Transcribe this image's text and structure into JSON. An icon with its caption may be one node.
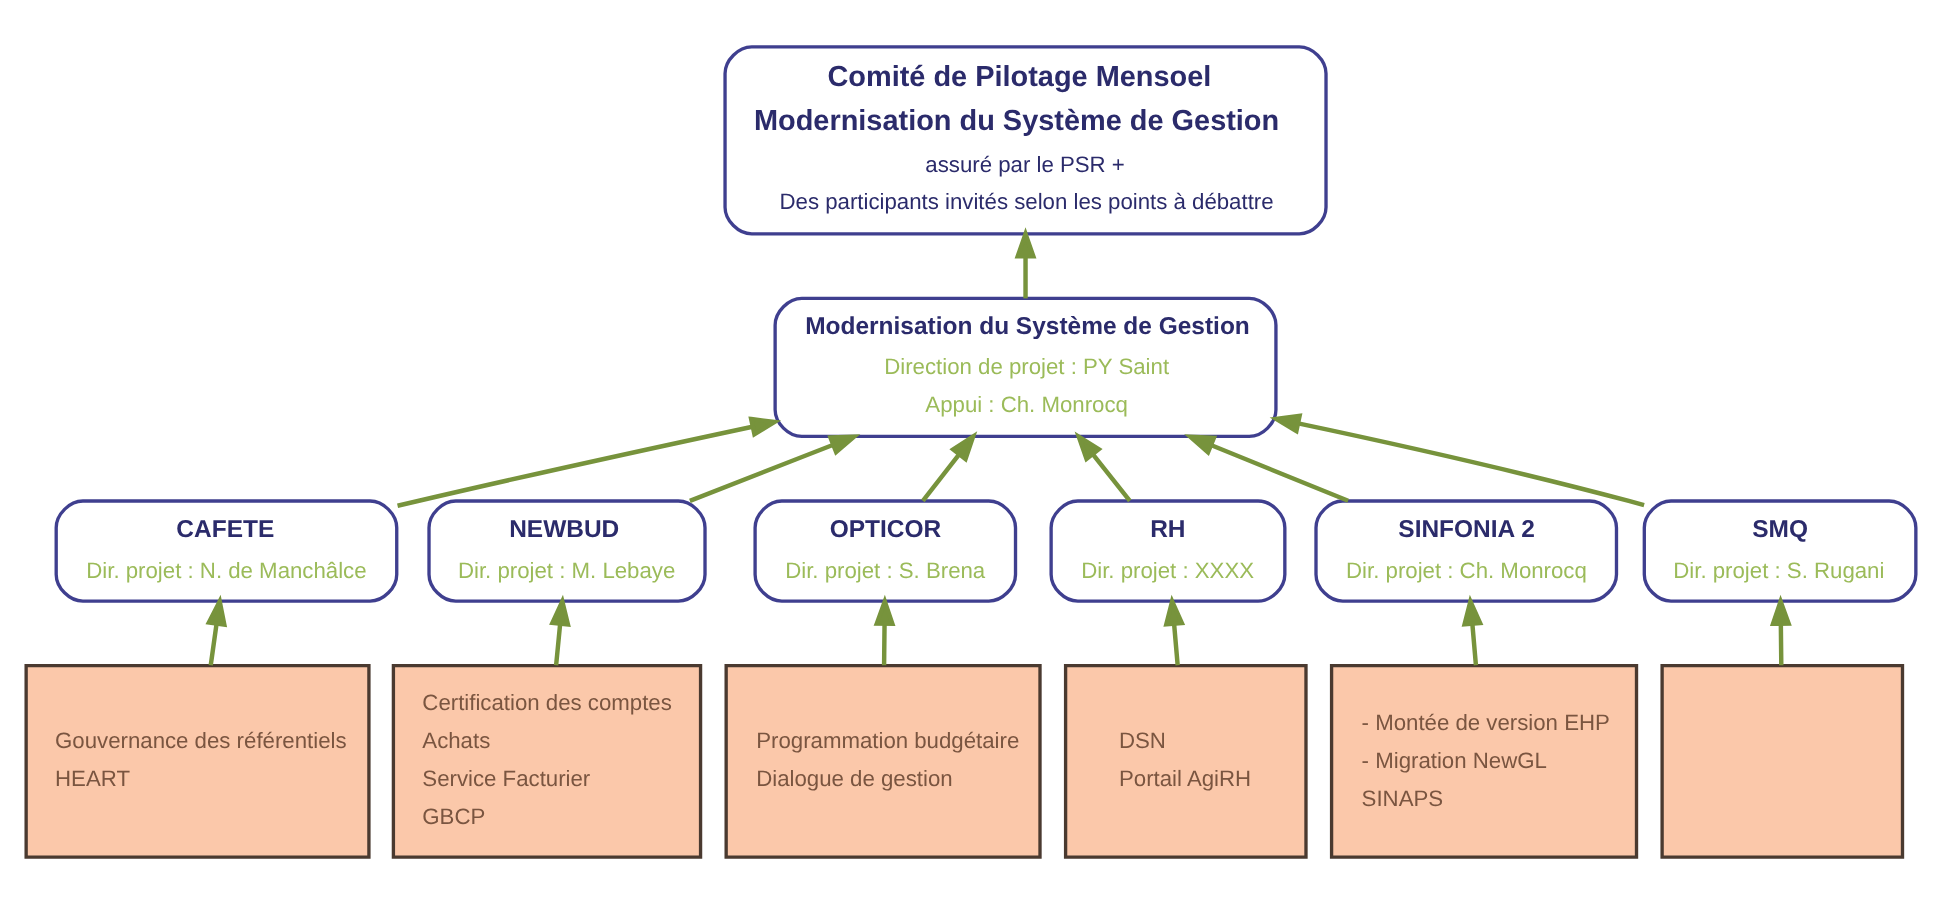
{
  "diagram": {
    "nodes": [
      {
        "text": [
          "Comité de Pilotage Mensoel",
          "Modernisation du Système de Gestion",
          "assuré par le PSR +",
          "Des participants invités selon les points à débattre"
        ]
      },
      {
        "text": [
          "Modernisation du Système de Gestion",
          "Direction de projet : PY Saint",
          "Appui : Ch. Monrocq"
        ]
      },
      {
        "text": [
          "CAFETE",
          "Dir. projet : N. de Manchâlce"
        ]
      },
      {
        "text": [
          "NEWBUD",
          "Dir. projet : M. Lebaye"
        ]
      },
      {
        "text": [
          "OPTICOR",
          "Dir. projet : S. Brena"
        ]
      },
      {
        "text": [
          "RH",
          "Dir. projet : XXXX"
        ]
      },
      {
        "text": [
          "SINFONIA 2",
          "Dir. projet : Ch. Monrocq"
        ]
      },
      {
        "text": [
          "SMQ",
          "Dir. projet : S. Rugani"
        ]
      },
      {
        "text": [
          "Gouvernance des référentiels",
          "HEART"
        ]
      },
      {
        "text": [
          "Certification des comptes",
          "Achats",
          "Service Facturier",
          "GBCP"
        ]
      },
      {
        "text": [
          "Programmation budgétaire",
          "Dialogue de gestion"
        ]
      },
      {
        "text": [
          "DSN",
          "Portail AgiRH"
        ]
      },
      {
        "text": [
          "- Montée de version EHP",
          "- Migration NewGL",
          "SINAPS"
        ]
      },
      {
        "text": [],
        "shape": "box"
      }
    ],
    "edges": [
      {
        "from": 1,
        "to": 0,
        "arrow": "to"
      },
      {
        "from": 2,
        "to": 1,
        "arrow": "to"
      },
      {
        "from": 3,
        "to": 1,
        "arrow": "to"
      },
      {
        "from": 4,
        "to": 1,
        "arrow": "to"
      },
      {
        "from": 5,
        "to": 1,
        "arrow": "to"
      },
      {
        "from": 6,
        "to": 1,
        "arrow": "to"
      },
      {
        "from": 7,
        "to": 1,
        "arrow": "to"
      },
      {
        "from": 8,
        "to": 2,
        "arrow": "to"
      },
      {
        "from": 9,
        "to": 3,
        "arrow": "to"
      },
      {
        "from": 10,
        "to": 4,
        "arrow": "to"
      },
      {
        "from": 11,
        "to": 5,
        "arrow": "to"
      },
      {
        "from": 12,
        "to": 6,
        "arrow": "to"
      },
      {
        "from": 13,
        "to": 7,
        "arrow": "to"
      }
    ]
  }
}
